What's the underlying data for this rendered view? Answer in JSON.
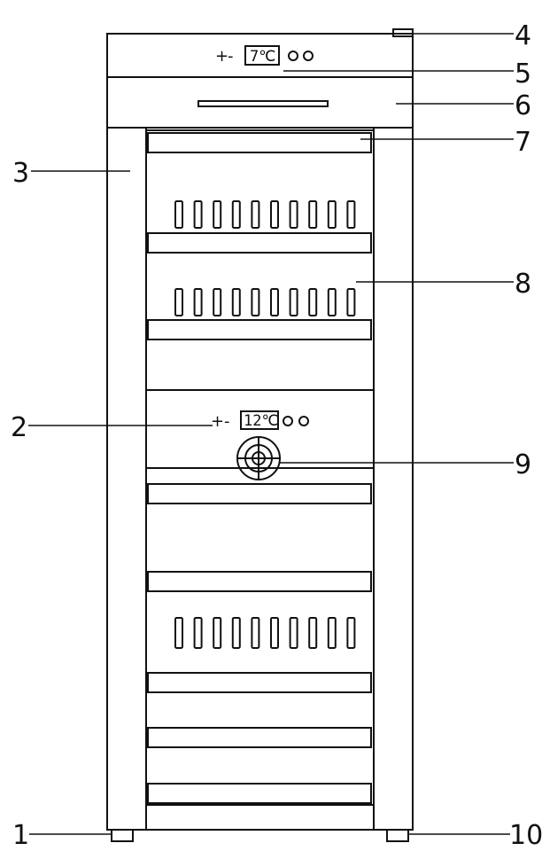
{
  "upper_display": {
    "plus": "+",
    "minus": "-",
    "temp": "7℃"
  },
  "lower_display": {
    "plus": "+",
    "minus": "-",
    "temp": "12℃"
  },
  "callouts": [
    {
      "id": "1",
      "text": "1"
    },
    {
      "id": "2",
      "text": "2"
    },
    {
      "id": "3",
      "text": "3"
    },
    {
      "id": "4",
      "text": "4"
    },
    {
      "id": "5",
      "text": "5"
    },
    {
      "id": "6",
      "text": "6"
    },
    {
      "id": "7",
      "text": "7"
    },
    {
      "id": "8",
      "text": "8"
    },
    {
      "id": "9",
      "text": "9"
    },
    {
      "id": "10",
      "text": "10"
    }
  ]
}
